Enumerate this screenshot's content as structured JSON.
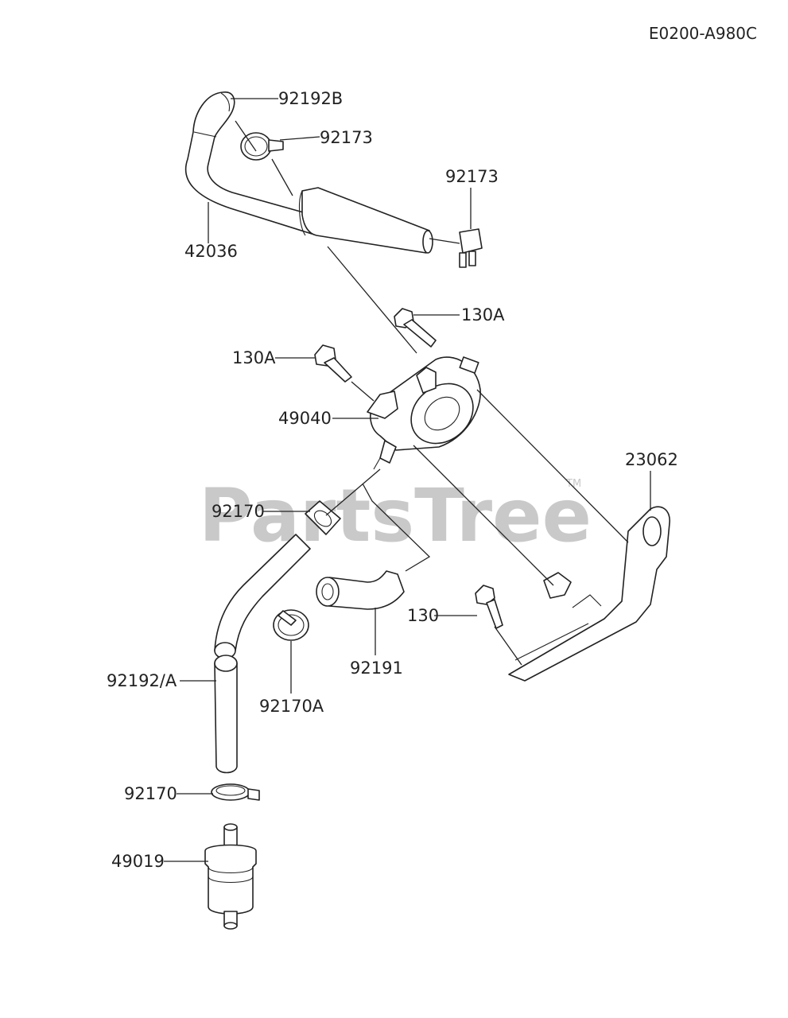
{
  "diagram_code": "E0200-A980C",
  "watermark": {
    "text": "PartsTree",
    "trademark": "TM"
  },
  "colors": {
    "line": "#222222",
    "watermark": "#c9c9c9",
    "background": "#ffffff"
  },
  "labels": {
    "p92192B": "92192B",
    "p92173_top": "92173",
    "p92173_right": "92173",
    "p42036": "42036",
    "p130A_right": "130A",
    "p130A_left": "130A",
    "p49040": "49040",
    "p23062": "23062",
    "p92170_upper": "92170",
    "p130": "130",
    "p92191": "92191",
    "p92192A": "92192/A",
    "p92170A": "92170A",
    "p92170_lower": "92170",
    "p49019": "49019"
  }
}
